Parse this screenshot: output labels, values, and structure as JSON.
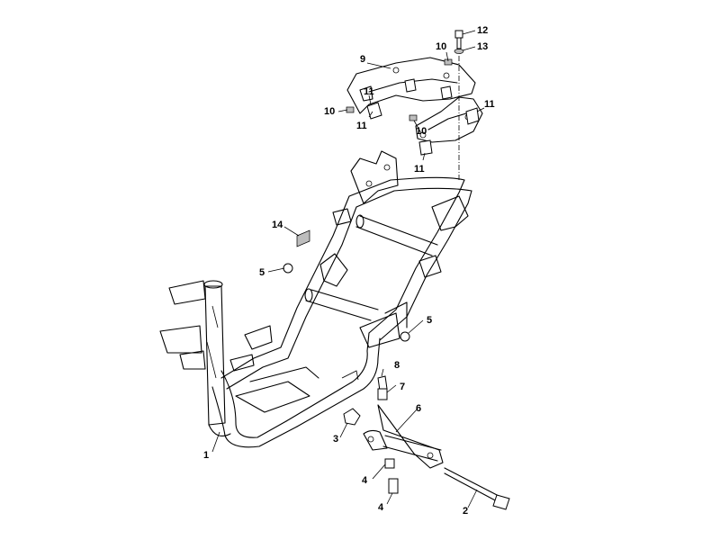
{
  "diagram": {
    "callouts": [
      {
        "id": "c12a",
        "text": "12"
      },
      {
        "id": "c13",
        "text": "13"
      },
      {
        "id": "c10a",
        "text": "10"
      },
      {
        "id": "c9",
        "text": "9"
      },
      {
        "id": "c11a",
        "text": "11"
      },
      {
        "id": "c10b",
        "text": "10"
      },
      {
        "id": "c11b",
        "text": "11"
      },
      {
        "id": "c11c",
        "text": "11"
      },
      {
        "id": "c10c",
        "text": "10"
      },
      {
        "id": "c11d",
        "text": "11"
      },
      {
        "id": "c14",
        "text": "14"
      },
      {
        "id": "c5a",
        "text": "5"
      },
      {
        "id": "c5b",
        "text": "5"
      },
      {
        "id": "c8",
        "text": "8"
      },
      {
        "id": "c7",
        "text": "7"
      },
      {
        "id": "c6",
        "text": "6"
      },
      {
        "id": "c3",
        "text": "3"
      },
      {
        "id": "c1",
        "text": "1"
      },
      {
        "id": "c4a",
        "text": "4"
      },
      {
        "id": "c4b",
        "text": "4"
      },
      {
        "id": "c2",
        "text": "2"
      }
    ]
  }
}
